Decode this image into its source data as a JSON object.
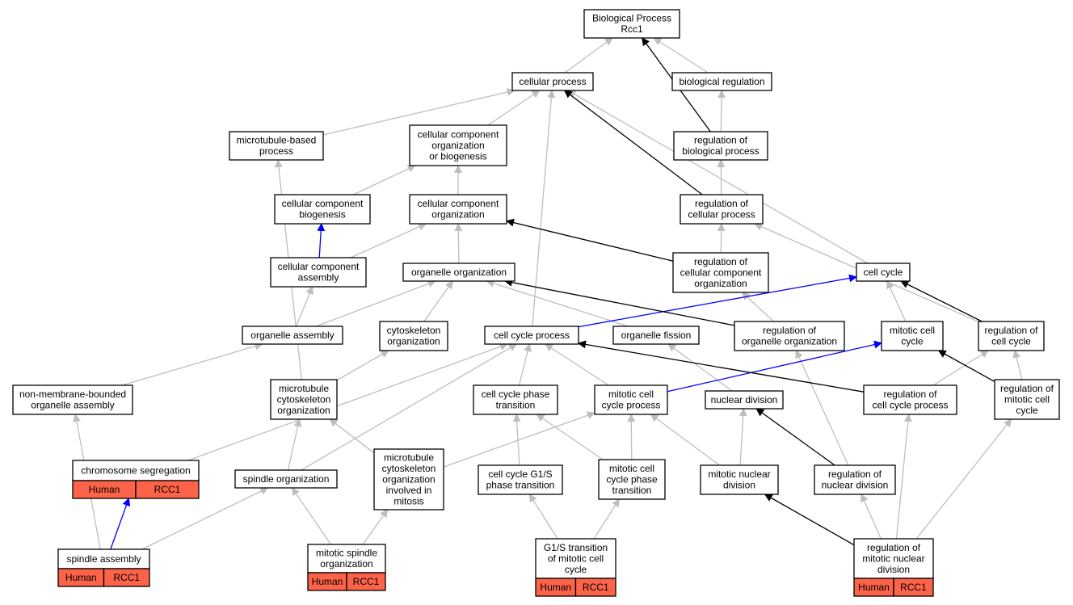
{
  "colors": {
    "edge_default": "#bebebe",
    "edge_black": "#000000",
    "edge_blue": "#0000ff",
    "annotation_fill": "#fd6348",
    "node_fill": "#ffffff"
  },
  "nodes": [
    {
      "id": "root",
      "lines": [
        "Biological Process",
        "Rcc1"
      ]
    },
    {
      "id": "cellular_process",
      "lines": [
        "cellular process"
      ]
    },
    {
      "id": "biological_regulation",
      "lines": [
        "biological regulation"
      ]
    },
    {
      "id": "microtubule_based_process",
      "lines": [
        "microtubule-based",
        "process"
      ]
    },
    {
      "id": "cc_org_or_biogenesis",
      "lines": [
        "cellular component",
        "organization",
        "or biogenesis"
      ]
    },
    {
      "id": "reg_biological_process",
      "lines": [
        "regulation of",
        "biological process"
      ]
    },
    {
      "id": "cc_biogenesis",
      "lines": [
        "cellular component",
        "biogenesis"
      ]
    },
    {
      "id": "cc_organization",
      "lines": [
        "cellular component",
        "organization"
      ]
    },
    {
      "id": "reg_cellular_process",
      "lines": [
        "regulation of",
        "cellular process"
      ]
    },
    {
      "id": "cc_assembly",
      "lines": [
        "cellular component",
        "assembly"
      ]
    },
    {
      "id": "organelle_organization",
      "lines": [
        "organelle organization"
      ]
    },
    {
      "id": "reg_cc_organization",
      "lines": [
        "regulation of",
        "cellular component",
        "organization"
      ]
    },
    {
      "id": "cell_cycle",
      "lines": [
        "cell cycle"
      ]
    },
    {
      "id": "organelle_assembly",
      "lines": [
        "organelle assembly"
      ]
    },
    {
      "id": "cytoskeleton_organization",
      "lines": [
        "cytoskeleton",
        "organization"
      ]
    },
    {
      "id": "cell_cycle_process",
      "lines": [
        "cell cycle process"
      ]
    },
    {
      "id": "organelle_fission",
      "lines": [
        "organelle fission"
      ]
    },
    {
      "id": "reg_organelle_organization",
      "lines": [
        "regulation of",
        "organelle organization"
      ]
    },
    {
      "id": "mitotic_cell_cycle",
      "lines": [
        "mitotic cell",
        "cycle"
      ]
    },
    {
      "id": "reg_cell_cycle",
      "lines": [
        "regulation of",
        "cell cycle"
      ]
    },
    {
      "id": "non_membrane_assembly",
      "lines": [
        "non-membrane-bounded",
        "organelle assembly"
      ]
    },
    {
      "id": "microtubule_cytoskeleton_org",
      "lines": [
        "microtubule",
        "cytoskeleton",
        "organization"
      ]
    },
    {
      "id": "cell_cycle_phase_transition",
      "lines": [
        "cell cycle phase",
        "transition"
      ]
    },
    {
      "id": "mitotic_cell_cycle_process",
      "lines": [
        "mitotic cell",
        "cycle process"
      ]
    },
    {
      "id": "nuclear_division",
      "lines": [
        "nuclear division"
      ]
    },
    {
      "id": "reg_cell_cycle_process",
      "lines": [
        "regulation of",
        "cell cycle process"
      ]
    },
    {
      "id": "reg_mitotic_cell_cycle",
      "lines": [
        "regulation of",
        "mitotic cell",
        "cycle"
      ]
    },
    {
      "id": "chromosome_segregation",
      "lines": [
        "chromosome segregation"
      ],
      "tags": [
        "Human",
        "RCC1"
      ]
    },
    {
      "id": "spindle_organization",
      "lines": [
        "spindle organization"
      ]
    },
    {
      "id": "mt_cytoskeleton_org_mitosis",
      "lines": [
        "microtubule",
        "cytoskeleton",
        "organization",
        "involved in",
        "mitosis"
      ]
    },
    {
      "id": "g1s_phase_transition",
      "lines": [
        "cell cycle G1/S",
        "phase transition"
      ]
    },
    {
      "id": "mitotic_phase_transition",
      "lines": [
        "mitotic cell",
        "cycle phase",
        "transition"
      ]
    },
    {
      "id": "mitotic_nuclear_division",
      "lines": [
        "mitotic nuclear",
        "division"
      ]
    },
    {
      "id": "reg_nuclear_division",
      "lines": [
        "regulation of",
        "nuclear division"
      ]
    },
    {
      "id": "spindle_assembly",
      "lines": [
        "spindle assembly"
      ],
      "tags": [
        "Human",
        "RCC1"
      ]
    },
    {
      "id": "mitotic_spindle_org",
      "lines": [
        "mitotic spindle",
        "organization"
      ],
      "tags": [
        "Human",
        "RCC1"
      ]
    },
    {
      "id": "g1s_mitotic",
      "lines": [
        "G1/S transition",
        "of mitotic cell",
        "cycle"
      ],
      "tags": [
        "Human",
        "RCC1"
      ]
    },
    {
      "id": "reg_mitotic_nuclear_division",
      "lines": [
        "regulation of",
        "mitotic nuclear",
        "division"
      ],
      "tags": [
        "Human",
        "RCC1"
      ]
    }
  ],
  "edges": [
    {
      "from": "cellular_process",
      "to": "root",
      "color": "gray"
    },
    {
      "from": "biological_regulation",
      "to": "root",
      "color": "gray"
    },
    {
      "from": "reg_biological_process",
      "to": "root",
      "color": "black"
    },
    {
      "from": "reg_biological_process",
      "to": "biological_regulation",
      "color": "gray"
    },
    {
      "from": "microtubule_based_process",
      "to": "cellular_process",
      "color": "gray"
    },
    {
      "from": "cc_org_or_biogenesis",
      "to": "cellular_process",
      "color": "gray"
    },
    {
      "from": "reg_cellular_process",
      "to": "cellular_process",
      "color": "black"
    },
    {
      "from": "reg_cellular_process",
      "to": "reg_biological_process",
      "color": "gray"
    },
    {
      "from": "cell_cycle",
      "to": "cellular_process",
      "color": "gray"
    },
    {
      "from": "cell_cycle_process",
      "to": "cellular_process",
      "color": "gray"
    },
    {
      "from": "cc_biogenesis",
      "to": "cc_org_or_biogenesis",
      "color": "gray"
    },
    {
      "from": "cc_organization",
      "to": "cc_org_or_biogenesis",
      "color": "gray"
    },
    {
      "from": "cc_assembly",
      "to": "cc_biogenesis",
      "color": "blue"
    },
    {
      "from": "cc_assembly",
      "to": "cc_organization",
      "color": "gray"
    },
    {
      "from": "organelle_organization",
      "to": "cc_organization",
      "color": "gray"
    },
    {
      "from": "reg_cc_organization",
      "to": "cc_organization",
      "color": "black"
    },
    {
      "from": "reg_cc_organization",
      "to": "reg_cellular_process",
      "color": "gray"
    },
    {
      "from": "reg_cell_cycle",
      "to": "reg_cellular_process",
      "color": "gray"
    },
    {
      "from": "organelle_assembly",
      "to": "cc_assembly",
      "color": "gray"
    },
    {
      "from": "organelle_assembly",
      "to": "organelle_organization",
      "color": "gray"
    },
    {
      "from": "cytoskeleton_organization",
      "to": "organelle_organization",
      "color": "gray"
    },
    {
      "from": "organelle_fission",
      "to": "organelle_organization",
      "color": "gray"
    },
    {
      "from": "reg_organelle_organization",
      "to": "organelle_organization",
      "color": "black"
    },
    {
      "from": "reg_organelle_organization",
      "to": "reg_cc_organization",
      "color": "gray"
    },
    {
      "from": "cell_cycle_process",
      "to": "cell_cycle",
      "color": "blue"
    },
    {
      "from": "mitotic_cell_cycle",
      "to": "cell_cycle",
      "color": "gray"
    },
    {
      "from": "reg_cell_cycle",
      "to": "cell_cycle",
      "color": "black"
    },
    {
      "from": "non_membrane_assembly",
      "to": "organelle_assembly",
      "color": "gray"
    },
    {
      "from": "microtubule_cytoskeleton_org",
      "to": "microtubule_based_process",
      "color": "gray"
    },
    {
      "from": "microtubule_cytoskeleton_org",
      "to": "cytoskeleton_organization",
      "color": "gray"
    },
    {
      "from": "cell_cycle_phase_transition",
      "to": "cell_cycle_process",
      "color": "gray"
    },
    {
      "from": "mitotic_cell_cycle_process",
      "to": "cell_cycle_process",
      "color": "gray"
    },
    {
      "from": "mitotic_cell_cycle_process",
      "to": "mitotic_cell_cycle",
      "color": "blue"
    },
    {
      "from": "reg_cell_cycle_process",
      "to": "cell_cycle_process",
      "color": "black"
    },
    {
      "from": "reg_cell_cycle_process",
      "to": "reg_cell_cycle",
      "color": "gray"
    },
    {
      "from": "reg_mitotic_cell_cycle",
      "to": "mitotic_cell_cycle",
      "color": "black"
    },
    {
      "from": "reg_mitotic_cell_cycle",
      "to": "reg_cell_cycle",
      "color": "gray"
    },
    {
      "from": "nuclear_division",
      "to": "organelle_fission",
      "color": "gray"
    },
    {
      "from": "reg_nuclear_division",
      "to": "nuclear_division",
      "color": "black"
    },
    {
      "from": "reg_nuclear_division",
      "to": "reg_organelle_organization",
      "color": "gray"
    },
    {
      "from": "chromosome_segregation",
      "to": "cell_cycle_process",
      "color": "gray"
    },
    {
      "from": "spindle_organization",
      "to": "microtubule_cytoskeleton_org",
      "color": "gray"
    },
    {
      "from": "spindle_organization",
      "to": "cell_cycle_process",
      "color": "gray"
    },
    {
      "from": "mt_cytoskeleton_org_mitosis",
      "to": "microtubule_cytoskeleton_org",
      "color": "gray"
    },
    {
      "from": "mt_cytoskeleton_org_mitosis",
      "to": "mitotic_cell_cycle_process",
      "color": "gray"
    },
    {
      "from": "g1s_phase_transition",
      "to": "cell_cycle_phase_transition",
      "color": "gray"
    },
    {
      "from": "mitotic_phase_transition",
      "to": "cell_cycle_phase_transition",
      "color": "gray"
    },
    {
      "from": "mitotic_phase_transition",
      "to": "mitotic_cell_cycle_process",
      "color": "gray"
    },
    {
      "from": "mitotic_nuclear_division",
      "to": "nuclear_division",
      "color": "gray"
    },
    {
      "from": "mitotic_nuclear_division",
      "to": "mitotic_cell_cycle_process",
      "color": "gray"
    },
    {
      "from": "spindle_assembly",
      "to": "chromosome_segregation",
      "color": "blue"
    },
    {
      "from": "spindle_assembly",
      "to": "non_membrane_assembly",
      "color": "gray"
    },
    {
      "from": "spindle_assembly",
      "to": "spindle_organization",
      "color": "gray"
    },
    {
      "from": "mitotic_spindle_org",
      "to": "spindle_organization",
      "color": "gray"
    },
    {
      "from": "mitotic_spindle_org",
      "to": "mt_cytoskeleton_org_mitosis",
      "color": "gray"
    },
    {
      "from": "g1s_mitotic",
      "to": "g1s_phase_transition",
      "color": "gray"
    },
    {
      "from": "g1s_mitotic",
      "to": "mitotic_phase_transition",
      "color": "gray"
    },
    {
      "from": "reg_mitotic_nuclear_division",
      "to": "mitotic_nuclear_division",
      "color": "black"
    },
    {
      "from": "reg_mitotic_nuclear_division",
      "to": "reg_nuclear_division",
      "color": "gray"
    },
    {
      "from": "reg_mitotic_nuclear_division",
      "to": "reg_cell_cycle_process",
      "color": "gray"
    },
    {
      "from": "reg_mitotic_nuclear_division",
      "to": "reg_mitotic_cell_cycle",
      "color": "gray"
    }
  ]
}
